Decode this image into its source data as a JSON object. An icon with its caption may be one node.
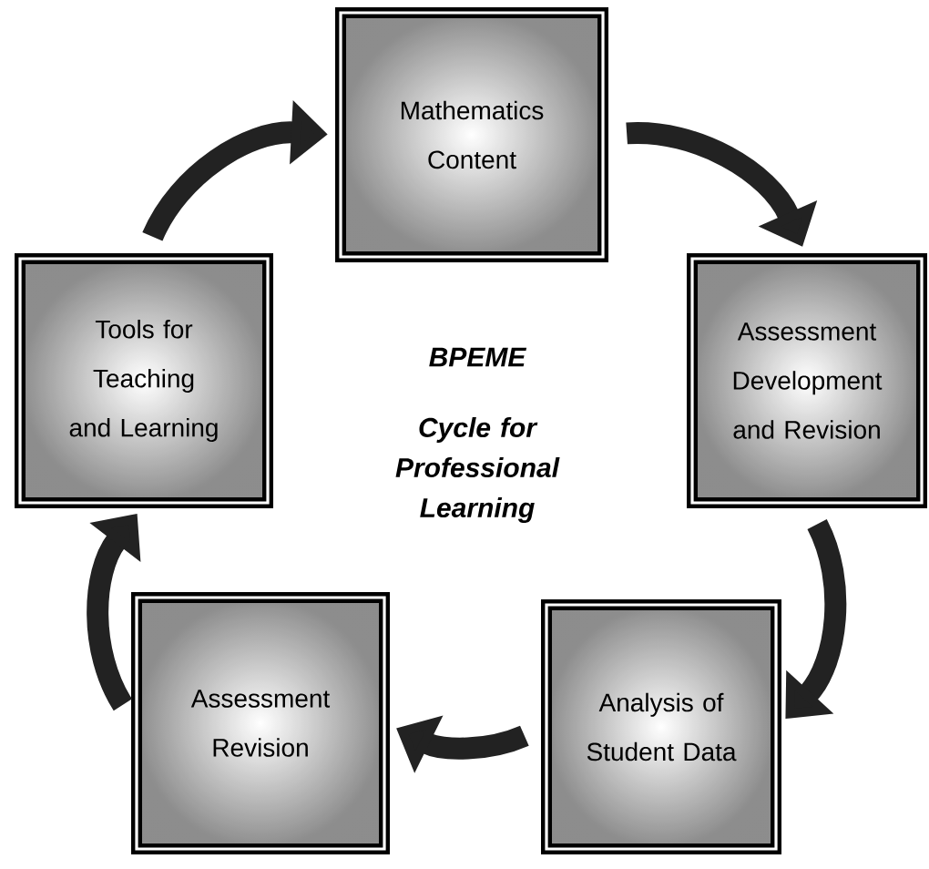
{
  "diagram": {
    "nodes": [
      {
        "text": [
          "Mathematics Content"
        ]
      },
      {
        "text": [
          "Assessment Development and Revision"
        ]
      },
      {
        "text": [
          "Analysis of Student Data"
        ]
      },
      {
        "text": [
          "Assessment Revision"
        ]
      },
      {
        "text": [
          "Tools for Teaching and Learning"
        ]
      }
    ],
    "edges": [
      {
        "from": 0,
        "to": 1,
        "arrow": "to"
      },
      {
        "from": 1,
        "to": 2,
        "arrow": "to"
      },
      {
        "from": 2,
        "to": 3,
        "arrow": "to"
      },
      {
        "from": 3,
        "to": 4,
        "arrow": "to"
      },
      {
        "from": 4,
        "to": 0,
        "arrow": "to"
      }
    ],
    "labels": [
      "BPEME",
      "Cycle for Professional Learning"
    ]
  }
}
